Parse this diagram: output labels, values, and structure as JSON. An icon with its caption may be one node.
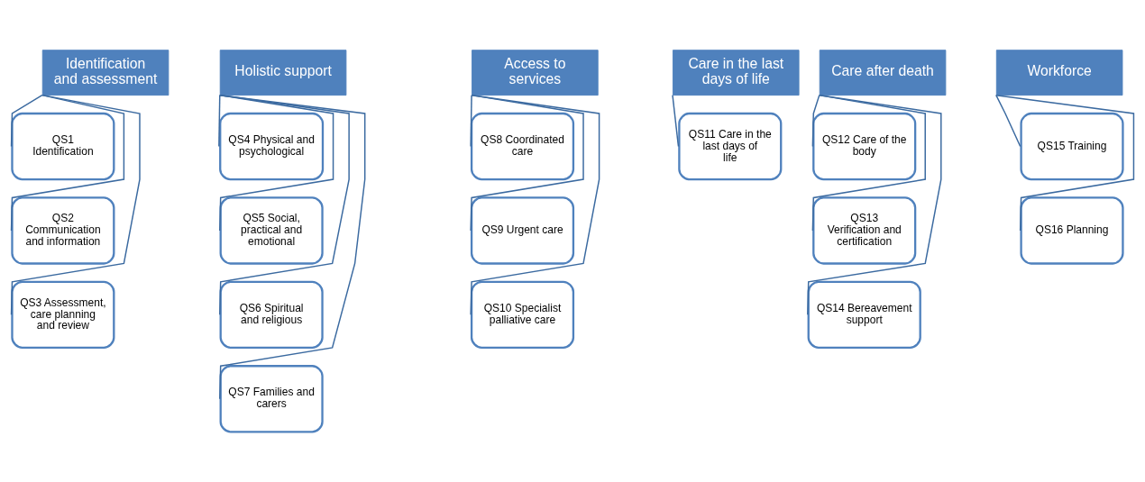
{
  "diagram": {
    "nodes": [
      {
        "text": [
          "Identification and assessment"
        ]
      },
      {
        "text": [
          "QS1 Identification"
        ]
      },
      {
        "text": [
          "QS2 Communication and information"
        ]
      },
      {
        "text": [
          "QS3 Assessment, care planning and review"
        ]
      },
      {
        "text": [
          "Holistic support"
        ]
      },
      {
        "text": [
          "QS4 Physical and psychological"
        ]
      },
      {
        "text": [
          "QS5 Social, practical and emotional"
        ]
      },
      {
        "text": [
          "QS6 Spiritual and religious"
        ]
      },
      {
        "text": [
          "QS7 Families and carers"
        ]
      },
      {
        "text": [
          "Access to services"
        ]
      },
      {
        "text": [
          "QS8 Coordinated care"
        ]
      },
      {
        "text": [
          "QS9 Urgent care"
        ]
      },
      {
        "text": [
          "QS10 Specialist palliative care"
        ]
      },
      {
        "text": [
          "Care in the last days of life"
        ]
      },
      {
        "text": [
          "QS11 Care in the last days of life"
        ]
      },
      {
        "text": [
          "Care after death"
        ]
      },
      {
        "text": [
          "QS12 Care of the body"
        ]
      },
      {
        "text": [
          "QS13 Verification and certification"
        ]
      },
      {
        "text": [
          "QS14 Bereavement support"
        ]
      },
      {
        "text": [
          "Workforce"
        ]
      },
      {
        "text": [
          "QS15 Training"
        ]
      },
      {
        "text": [
          "QS16 Planning"
        ]
      }
    ],
    "edges": [
      {
        "from": 0,
        "to": 1,
        "arrow": "none"
      },
      {
        "from": 0,
        "to": 2,
        "arrow": "none"
      },
      {
        "from": 0,
        "to": 3,
        "arrow": "none"
      },
      {
        "from": 4,
        "to": 5,
        "arrow": "none"
      },
      {
        "from": 4,
        "to": 6,
        "arrow": "none"
      },
      {
        "from": 4,
        "to": 7,
        "arrow": "none"
      },
      {
        "from": 4,
        "to": 8,
        "arrow": "none"
      },
      {
        "from": 9,
        "to": 10,
        "arrow": "none"
      },
      {
        "from": 9,
        "to": 11,
        "arrow": "none"
      },
      {
        "from": 9,
        "to": 12,
        "arrow": "none"
      },
      {
        "from": 13,
        "to": 14,
        "arrow": "none"
      },
      {
        "from": 15,
        "to": 16,
        "arrow": "none"
      },
      {
        "from": 15,
        "to": 17,
        "arrow": "none"
      },
      {
        "from": 15,
        "to": 18,
        "arrow": "none"
      },
      {
        "from": 19,
        "to": 20,
        "arrow": "none"
      },
      {
        "from": 19,
        "to": 21,
        "arrow": "none"
      }
    ]
  }
}
